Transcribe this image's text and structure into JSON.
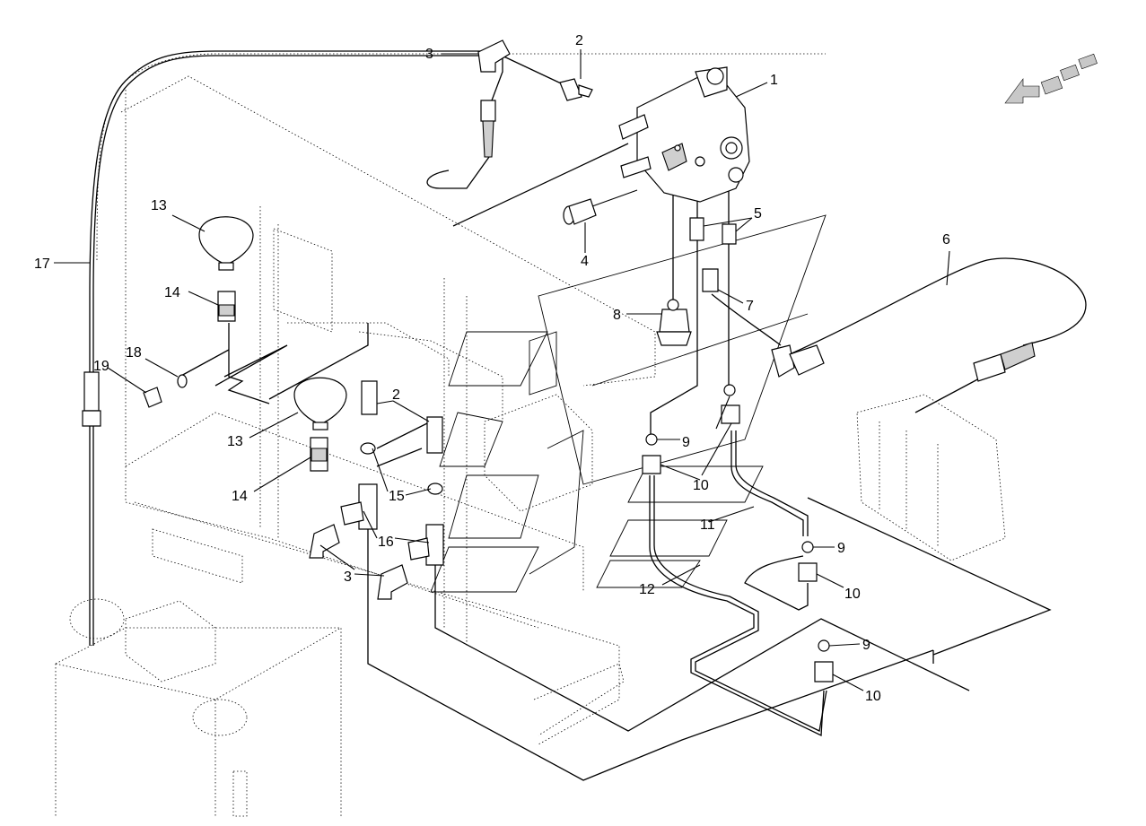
{
  "diagram": {
    "callouts": [
      "1",
      "2",
      "3",
      "4",
      "5",
      "6",
      "7",
      "8",
      "9",
      "10",
      "11",
      "12",
      "13",
      "14",
      "15",
      "16",
      "17",
      "18",
      "19"
    ],
    "repeated_callouts": {
      "second_2": "2",
      "second_3": "3",
      "second_9": "9",
      "third_9": "9",
      "second_10": "10",
      "third_10": "10",
      "second_13": "13",
      "second_14": "14"
    },
    "direction_arrow": "direction-arrow-icon"
  }
}
